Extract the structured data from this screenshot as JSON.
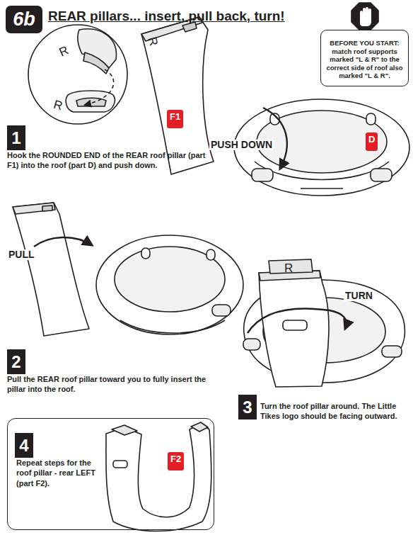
{
  "diagram": {
    "title": "REAR pillars... insert, pull back, turn!",
    "nodes": [
      {
        "text": [
          "6b"
        ]
      },
      {
        "text": [
          "BEFORE YOU START: match roof supports marked \"L & R\" to the correct side of roof also marked \"L & R\"."
        ]
      },
      {
        "text": [
          "1"
        ]
      },
      {
        "text": [
          "F1"
        ]
      },
      {
        "text": [
          "D"
        ]
      },
      {
        "text": [
          "2"
        ]
      },
      {
        "text": [
          "3"
        ]
      },
      {
        "text": [
          "Repeat steps for the roof pillar - rear LEFT (part F2)."
        ]
      },
      {
        "text": [
          "4"
        ],
        "in": 7
      },
      {
        "text": [
          "F2"
        ],
        "in": 7
      }
    ],
    "labels": [
      "R",
      "R",
      "R",
      "PUSH DOWN",
      "Hook the ROUNDED END of the REAR roof pillar (part F1) into the roof (part D) and push down.",
      "PULL",
      "Pull the REAR roof pillar toward you to fully insert the pillar into the roof.",
      "R",
      "TURN",
      "Turn the roof pillar around. The Little Tikes logo should be facing outward."
    ]
  }
}
